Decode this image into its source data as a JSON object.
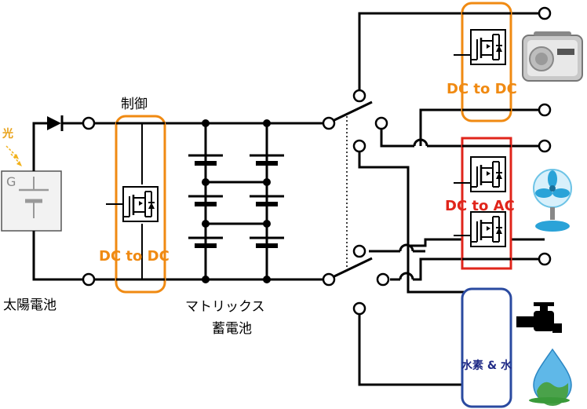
{
  "labels": {
    "light": "光",
    "solar_cell": "太陽電池",
    "generator_mark": "G",
    "control": "制御",
    "dcdc_left": "DC to DC",
    "matrix_battery_line1": "マトリックス",
    "matrix_battery_line2": "蓄電池",
    "dcdc_right": "DC to DC",
    "dcac": "DC to AC",
    "hydrogen_water": "水素 & 水"
  },
  "colors": {
    "orange": "#f08a12",
    "red": "#e0251b",
    "blue": "#2a4aa0",
    "wire": "#000000",
    "light_yellow": "#f2b21c"
  },
  "icons": {
    "radio": "radio-icon",
    "fan": "electric-fan-icon",
    "faucet": "water-faucet-icon",
    "water_drop": "water-drop-earth-icon"
  }
}
